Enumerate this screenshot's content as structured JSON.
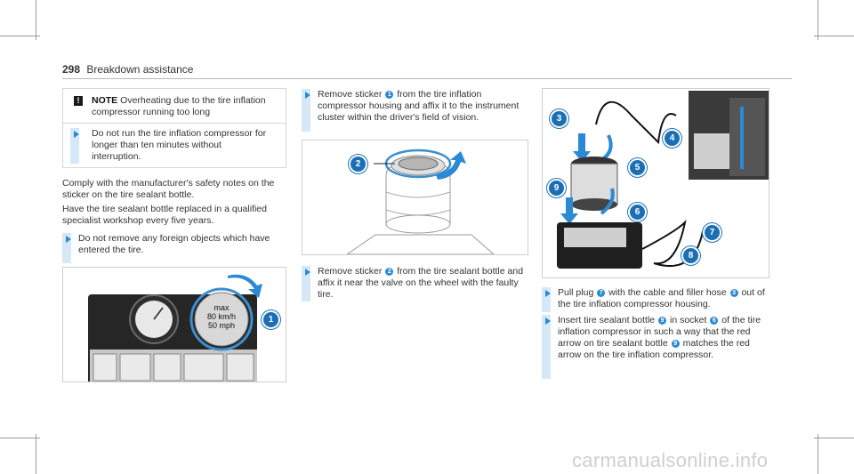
{
  "header": {
    "page_number": "298",
    "section": "Breakdown assistance"
  },
  "note": {
    "icon": "!",
    "label": "NOTE",
    "intro": "Overheating due to the tire inflation compressor running too long",
    "step": "Do not run the tire inflation compressor for longer than ten minutes without interruption."
  },
  "left_column": {
    "para1": "Comply with the manufacturer's safety notes on the sticker on the tire sealant bottle.",
    "para2": "Have the tire sealant bottle replaced in a qualified specialist workshop every five years.",
    "step": "Do not remove any foreign objects which have entered the tire."
  },
  "figure1": {
    "sticker_lines": [
      "max",
      "80 km/h",
      "50 mph"
    ],
    "callout": "1"
  },
  "middle_column": {
    "step1": {
      "before": "Remove sticker",
      "badge": "1",
      "after": "from the tire inflation compressor housing and affix it to the instrument cluster within the driver's field of vision."
    },
    "step2": {
      "before": "Remove sticker",
      "badge": "2",
      "after": "from the tire sealant bottle and affix it near the valve on the wheel with the faulty tire."
    }
  },
  "figure2": {
    "callout": "2"
  },
  "figure3": {
    "callouts": [
      "3",
      "4",
      "5",
      "9",
      "6",
      "7",
      "8"
    ]
  },
  "right_column": {
    "step1": {
      "t1": "Pull plug",
      "b1": "7",
      "t2": "with the cable and filler hose",
      "b2": "3",
      "t3": "out of the tire inflation compressor housing."
    },
    "step2": {
      "t1": "Insert tire sealant bottle",
      "b1": "9",
      "t2": "in socket",
      "b2": "6",
      "t3": "of the tire inflation compressor in such a way that the red arrow on tire sealant bottle",
      "b3": "9",
      "t4": "matches the red arrow on the tire inflation compressor."
    }
  },
  "watermark": "carmanualsonline.info",
  "colors": {
    "accent": "#2a8ad4",
    "callout": "#1d6fb5",
    "bullet_bar": "#d4e8f7"
  }
}
